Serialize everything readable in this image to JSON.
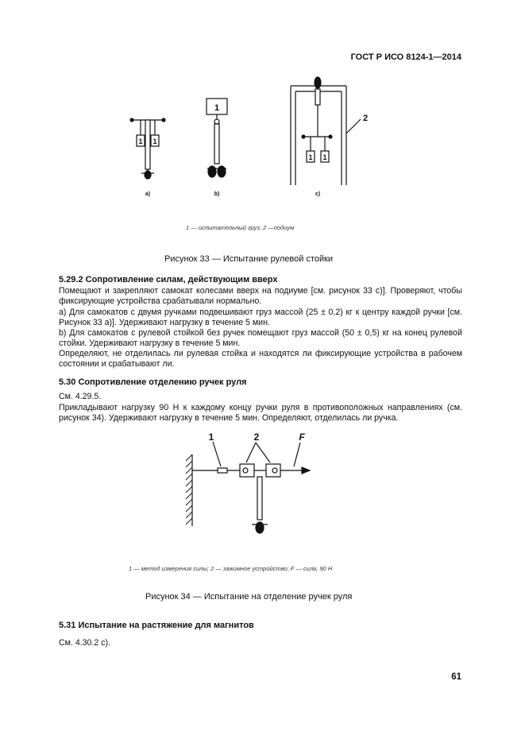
{
  "header": {
    "doc_id": "ГОСТ Р ИСО 8124-1—2014"
  },
  "figure33": {
    "panel_labels": [
      "a)",
      "b)",
      "c)"
    ],
    "box_label": "1",
    "callout_2": "2",
    "legend": "1 — испытательный груз; 2 —подиум",
    "title": "Рисунок 33 — Испытание рулевой стойки"
  },
  "section_5_29_2": {
    "heading": "5.29.2 Сопротивление силам, действующим вверх",
    "p1": "Помещают и закрепляют самокат колесами вверх на подиуме [см. рисунок 33 с)]. Проверяют, чтобы фиксирующие устройства срабатывали нормально.",
    "p2": "a) Для самокатов с двумя ручками подвешивают груз массой (25 ± 0,2) кг к центру каждой ручки [см. Рисунок 33 а)]. Удерживают нагрузку в течение 5 мин.",
    "p3": "b) Для самокатов с рулевой стойкой без ручек помещают груз массой (50 ± 0,5) кг на конец рулевой стойки. Удерживают нагрузку в течение 5 мин.",
    "p4": "Определяют, не отделилась ли рулевая стойка и находятся ли фиксирующие устройства в рабочем состоянии и срабатывают ли."
  },
  "section_5_30": {
    "heading": "5.30   Сопротивление отделению ручек руля",
    "p1": "См. 4.29.5.",
    "p2": "Прикладывают нагрузку 90 Н к каждому концу ручки руля в противоположных направлениях (см. рисунок 34). Удерживают нагрузку в течение 5 мин. Определяют, отделилась ли ручка."
  },
  "figure34": {
    "label_1": "1",
    "label_2": "2",
    "label_F": "F",
    "legend": "1 — метод измерения силы; 2 — зажимное устройство; F — сила, 90 Н",
    "title": "Рисунок 34 — Испытание на отделение ручек руля"
  },
  "section_5_31": {
    "heading": "5.31   Испытание на растяжение для магнитов",
    "p1": "См. 4.30.2 с)."
  },
  "page_number": "61"
}
